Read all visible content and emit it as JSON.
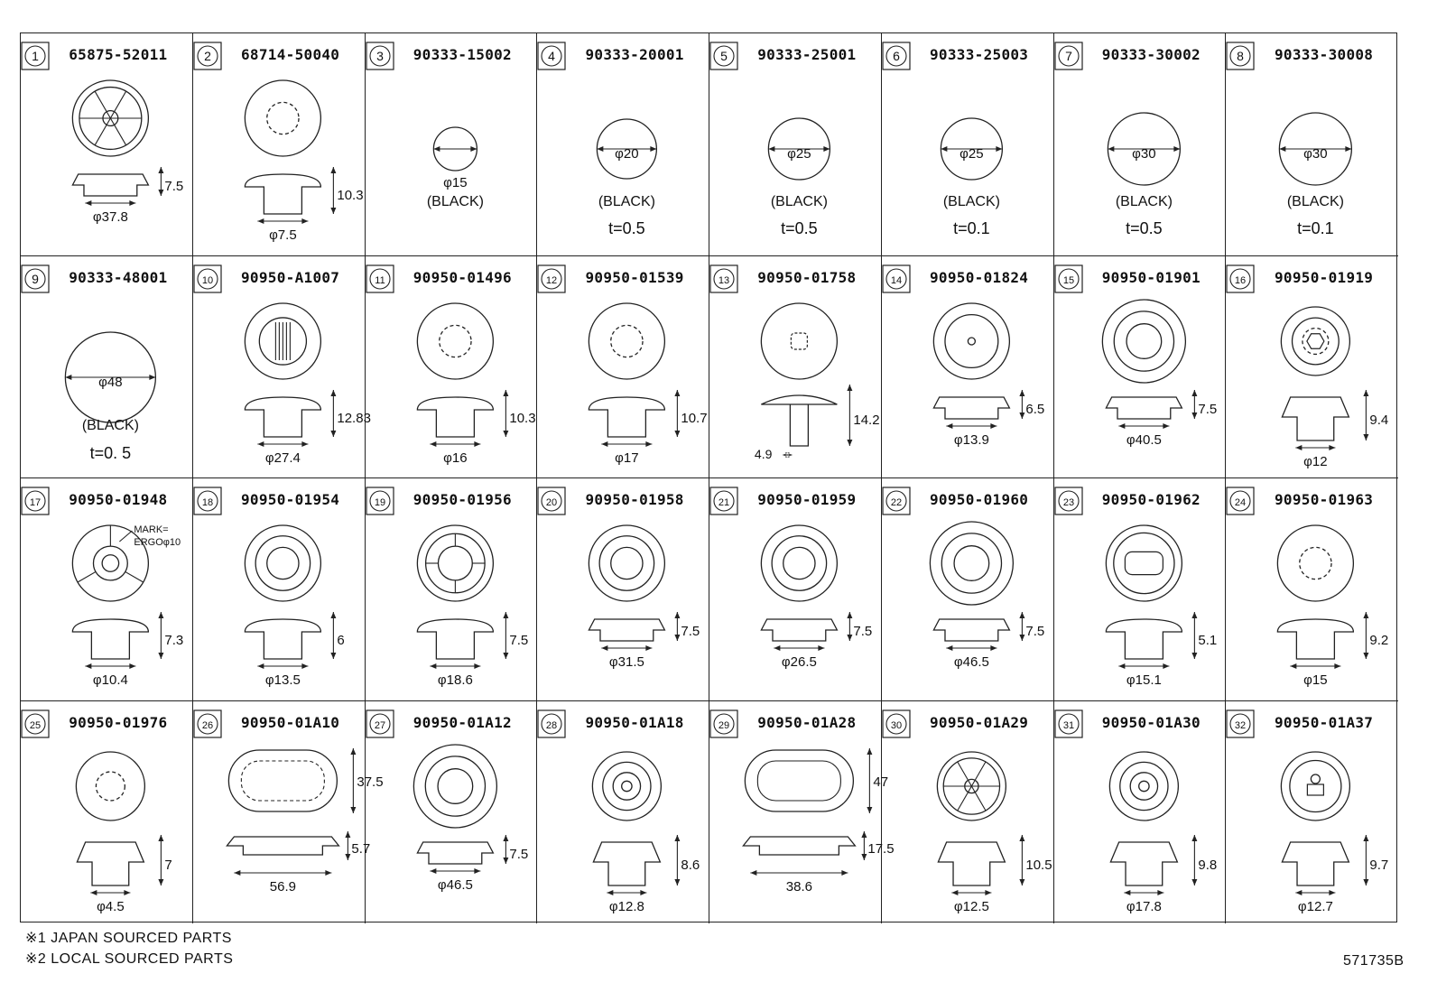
{
  "parts": [
    {
      "n": "1",
      "pn": "65875-52011",
      "kind": "plug",
      "top": "spoke",
      "dims": [
        "7.5"
      ],
      "dia": "φ37.8"
    },
    {
      "n": "2",
      "pn": "68714-50040",
      "kind": "grommet",
      "top": "dash",
      "dims": [
        "10.3"
      ],
      "dia": "φ7.5"
    },
    {
      "n": "3",
      "pn": "90333-15002",
      "kind": "seal",
      "r": 24,
      "dia": "φ15",
      "color": "(BLACK)"
    },
    {
      "n": "4",
      "pn": "90333-20001",
      "kind": "seal",
      "r": 33,
      "dia": "φ20",
      "color": "(BLACK)",
      "t": "t=0.5"
    },
    {
      "n": "5",
      "pn": "90333-25001",
      "kind": "seal",
      "r": 34,
      "dia": "φ25",
      "color": "(BLACK)",
      "t": "t=0.5"
    },
    {
      "n": "6",
      "pn": "90333-25003",
      "kind": "seal",
      "r": 34,
      "dia": "φ25",
      "color": "(BLACK)",
      "t": "t=0.1"
    },
    {
      "n": "7",
      "pn": "90333-30002",
      "kind": "seal",
      "r": 40,
      "dia": "φ30",
      "color": "(BLACK)",
      "t": "t=0.5"
    },
    {
      "n": "8",
      "pn": "90333-30008",
      "kind": "seal",
      "r": 40,
      "dia": "φ30",
      "color": "(BLACK)",
      "t": "t=0.1"
    },
    {
      "n": "9",
      "pn": "90333-48001",
      "kind": "seal",
      "r": 50,
      "dia": "φ48",
      "color": "(BLACK)",
      "t": "t=0. 5"
    },
    {
      "n": "10",
      "pn": "90950-A1007",
      "kind": "clip",
      "top": "slot",
      "dims": [
        "12.83"
      ],
      "dia": "φ27.4"
    },
    {
      "n": "11",
      "pn": "90950-01496",
      "kind": "grommet",
      "top": "dash",
      "dims": [
        "10.3"
      ],
      "dia": "φ16"
    },
    {
      "n": "12",
      "pn": "90950-01539",
      "kind": "grommet",
      "top": "dash",
      "dims": [
        "10.7"
      ],
      "dia": "φ17"
    },
    {
      "n": "13",
      "pn": "90950-01758",
      "kind": "pin",
      "top": "square",
      "dims": [
        "14.2",
        "4.9"
      ],
      "dia": ""
    },
    {
      "n": "14",
      "pn": "90950-01824",
      "kind": "plug",
      "top": "dot",
      "dims": [
        "6.5"
      ],
      "dia": "φ13.9"
    },
    {
      "n": "15",
      "pn": "90950-01901",
      "kind": "plug",
      "top": "ring",
      "dims": [
        "7.5"
      ],
      "dia": "φ40.5"
    },
    {
      "n": "16",
      "pn": "90950-01919",
      "kind": "cup",
      "top": "hex",
      "dims": [
        "9.4"
      ],
      "dia": "φ12"
    },
    {
      "n": "17",
      "pn": "90950-01948",
      "kind": "grommet",
      "top": "tri",
      "dims": [
        "7.3"
      ],
      "dia": "φ10.4",
      "mark": [
        "MARK=",
        "ERGOφ10"
      ]
    },
    {
      "n": "18",
      "pn": "90950-01954",
      "kind": "grommet",
      "top": "ring",
      "dims": [
        "6"
      ],
      "dia": "φ13.5"
    },
    {
      "n": "19",
      "pn": "90950-01956",
      "kind": "grommet",
      "top": "cross",
      "dims": [
        "7.5"
      ],
      "dia": "φ18.6"
    },
    {
      "n": "20",
      "pn": "90950-01958",
      "kind": "plug",
      "top": "ring",
      "dims": [
        "7.5"
      ],
      "dia": "φ31.5"
    },
    {
      "n": "21",
      "pn": "90950-01959",
      "kind": "plug",
      "top": "ring",
      "dims": [
        "7.5"
      ],
      "dia": "φ26.5"
    },
    {
      "n": "22",
      "pn": "90950-01960",
      "kind": "plug",
      "top": "ring",
      "dims": [
        "7.5"
      ],
      "dia": "φ46.5"
    },
    {
      "n": "23",
      "pn": "90950-01962",
      "kind": "grommet",
      "top": "oval",
      "dims": [
        "5.1"
      ],
      "dia": "φ15.1"
    },
    {
      "n": "24",
      "pn": "90950-01963",
      "kind": "grommet",
      "top": "dash",
      "dims": [
        "9.2"
      ],
      "dia": "φ15"
    },
    {
      "n": "25",
      "pn": "90950-01976",
      "kind": "cup",
      "top": "dash",
      "dims": [
        "7"
      ],
      "dia": "φ4.5"
    },
    {
      "n": "26",
      "pn": "90950-01A10",
      "kind": "obround",
      "top": "obround",
      "dims": [
        "37.5",
        "5.7"
      ],
      "dia": "56.9"
    },
    {
      "n": "27",
      "pn": "90950-01A12",
      "kind": "plug",
      "top": "ring",
      "dims": [
        "7.5"
      ],
      "dia": "φ46.5"
    },
    {
      "n": "28",
      "pn": "90950-01A18",
      "kind": "cup",
      "top": "rings",
      "dims": [
        "8.6"
      ],
      "dia": "φ12.8"
    },
    {
      "n": "29",
      "pn": "90950-01A28",
      "kind": "obround",
      "top": "oval2",
      "dims": [
        "47",
        "17.5"
      ],
      "dia": "38.6"
    },
    {
      "n": "30",
      "pn": "90950-01A29",
      "kind": "cup",
      "top": "spoke",
      "dims": [
        "10.5"
      ],
      "dia": "φ12.5"
    },
    {
      "n": "31",
      "pn": "90950-01A30",
      "kind": "cup",
      "top": "rings",
      "dims": [
        "9.8"
      ],
      "dia": "φ17.8"
    },
    {
      "n": "32",
      "pn": "90950-01A37",
      "kind": "cup",
      "top": "key",
      "dims": [
        "9.7"
      ],
      "dia": "φ12.7"
    }
  ],
  "footnotes": [
    "※1 JAPAN SOURCED PARTS",
    "※2 LOCAL SOURCED PARTS"
  ],
  "diagram_id": "571735B"
}
